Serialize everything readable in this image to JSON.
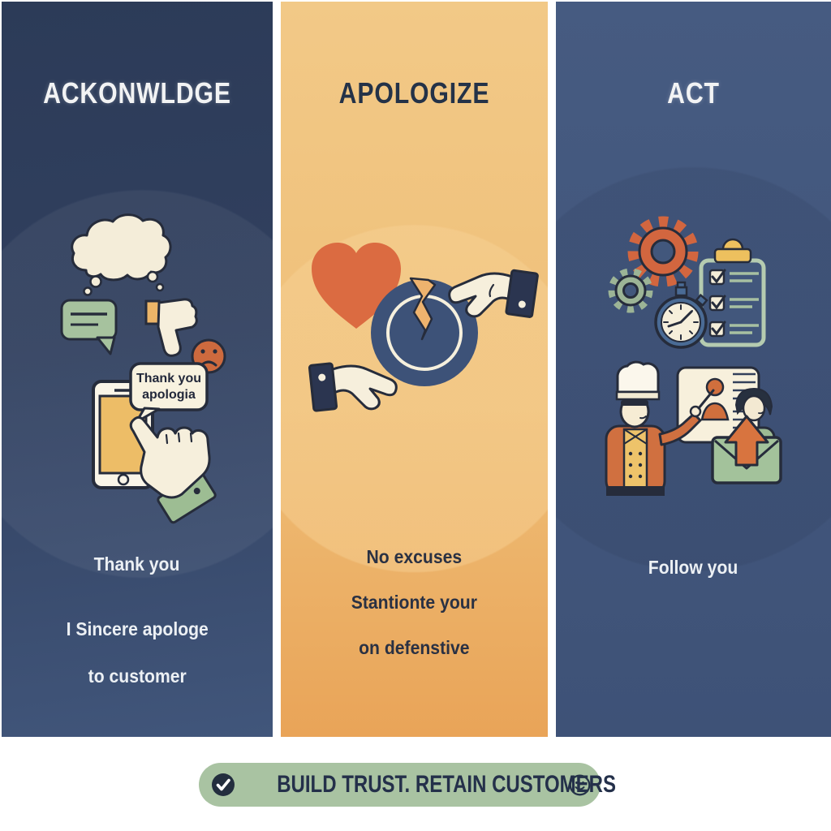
{
  "panels": [
    {
      "id": "acknowledge",
      "title": "ACKONWLDGE",
      "phone_bubble": {
        "line1": "Thank you",
        "line2": "apologia"
      },
      "caption_primary": "Thank you",
      "caption_secondary_line1": "I Sincere apologe",
      "caption_secondary_line2": "to customer",
      "icons": [
        "thought-bubble",
        "speech-bubble",
        "thumbs-down",
        "sad-face",
        "smartphone",
        "pointing-hand"
      ],
      "colors": {
        "background_top": "#2c3b58",
        "background_bottom": "#41567b",
        "title": "#f2f3f4"
      }
    },
    {
      "id": "apologize",
      "title": "APOLOGIZE",
      "caption_line1": "No excuses",
      "caption_line2": "Stantionte your",
      "caption_line3": "on defenstive",
      "icons": [
        "heart",
        "broken-circle",
        "giving-hand",
        "receiving-hand"
      ],
      "colors": {
        "background_top": "#f2c987",
        "background_bottom": "#e9a458",
        "title": "#243248"
      }
    },
    {
      "id": "act",
      "title": "ACT",
      "caption": "Follow you",
      "icons": [
        "gear-large",
        "gear-small",
        "stopwatch",
        "checklist-clipboard",
        "chef",
        "presentation-board",
        "customer",
        "envelope-up-arrow"
      ],
      "colors": {
        "background_top": "#465b81",
        "background_bottom": "#3e5277",
        "title": "#f2f3f4"
      }
    }
  ],
  "footer_badge": {
    "label": "BUILD TRUST. RETAIN CUSTOMERS",
    "left_icon": "check-circle-icon",
    "right_icon": "smiley-icon",
    "colors": {
      "background": "#a9c3a2",
      "text": "#24304a"
    }
  },
  "accent_colors": {
    "cream": "#f6efdc",
    "orange_red": "#d2663f",
    "sage_green": "#9dbd93",
    "navy": "#2b3550",
    "gold": "#edc05e"
  }
}
